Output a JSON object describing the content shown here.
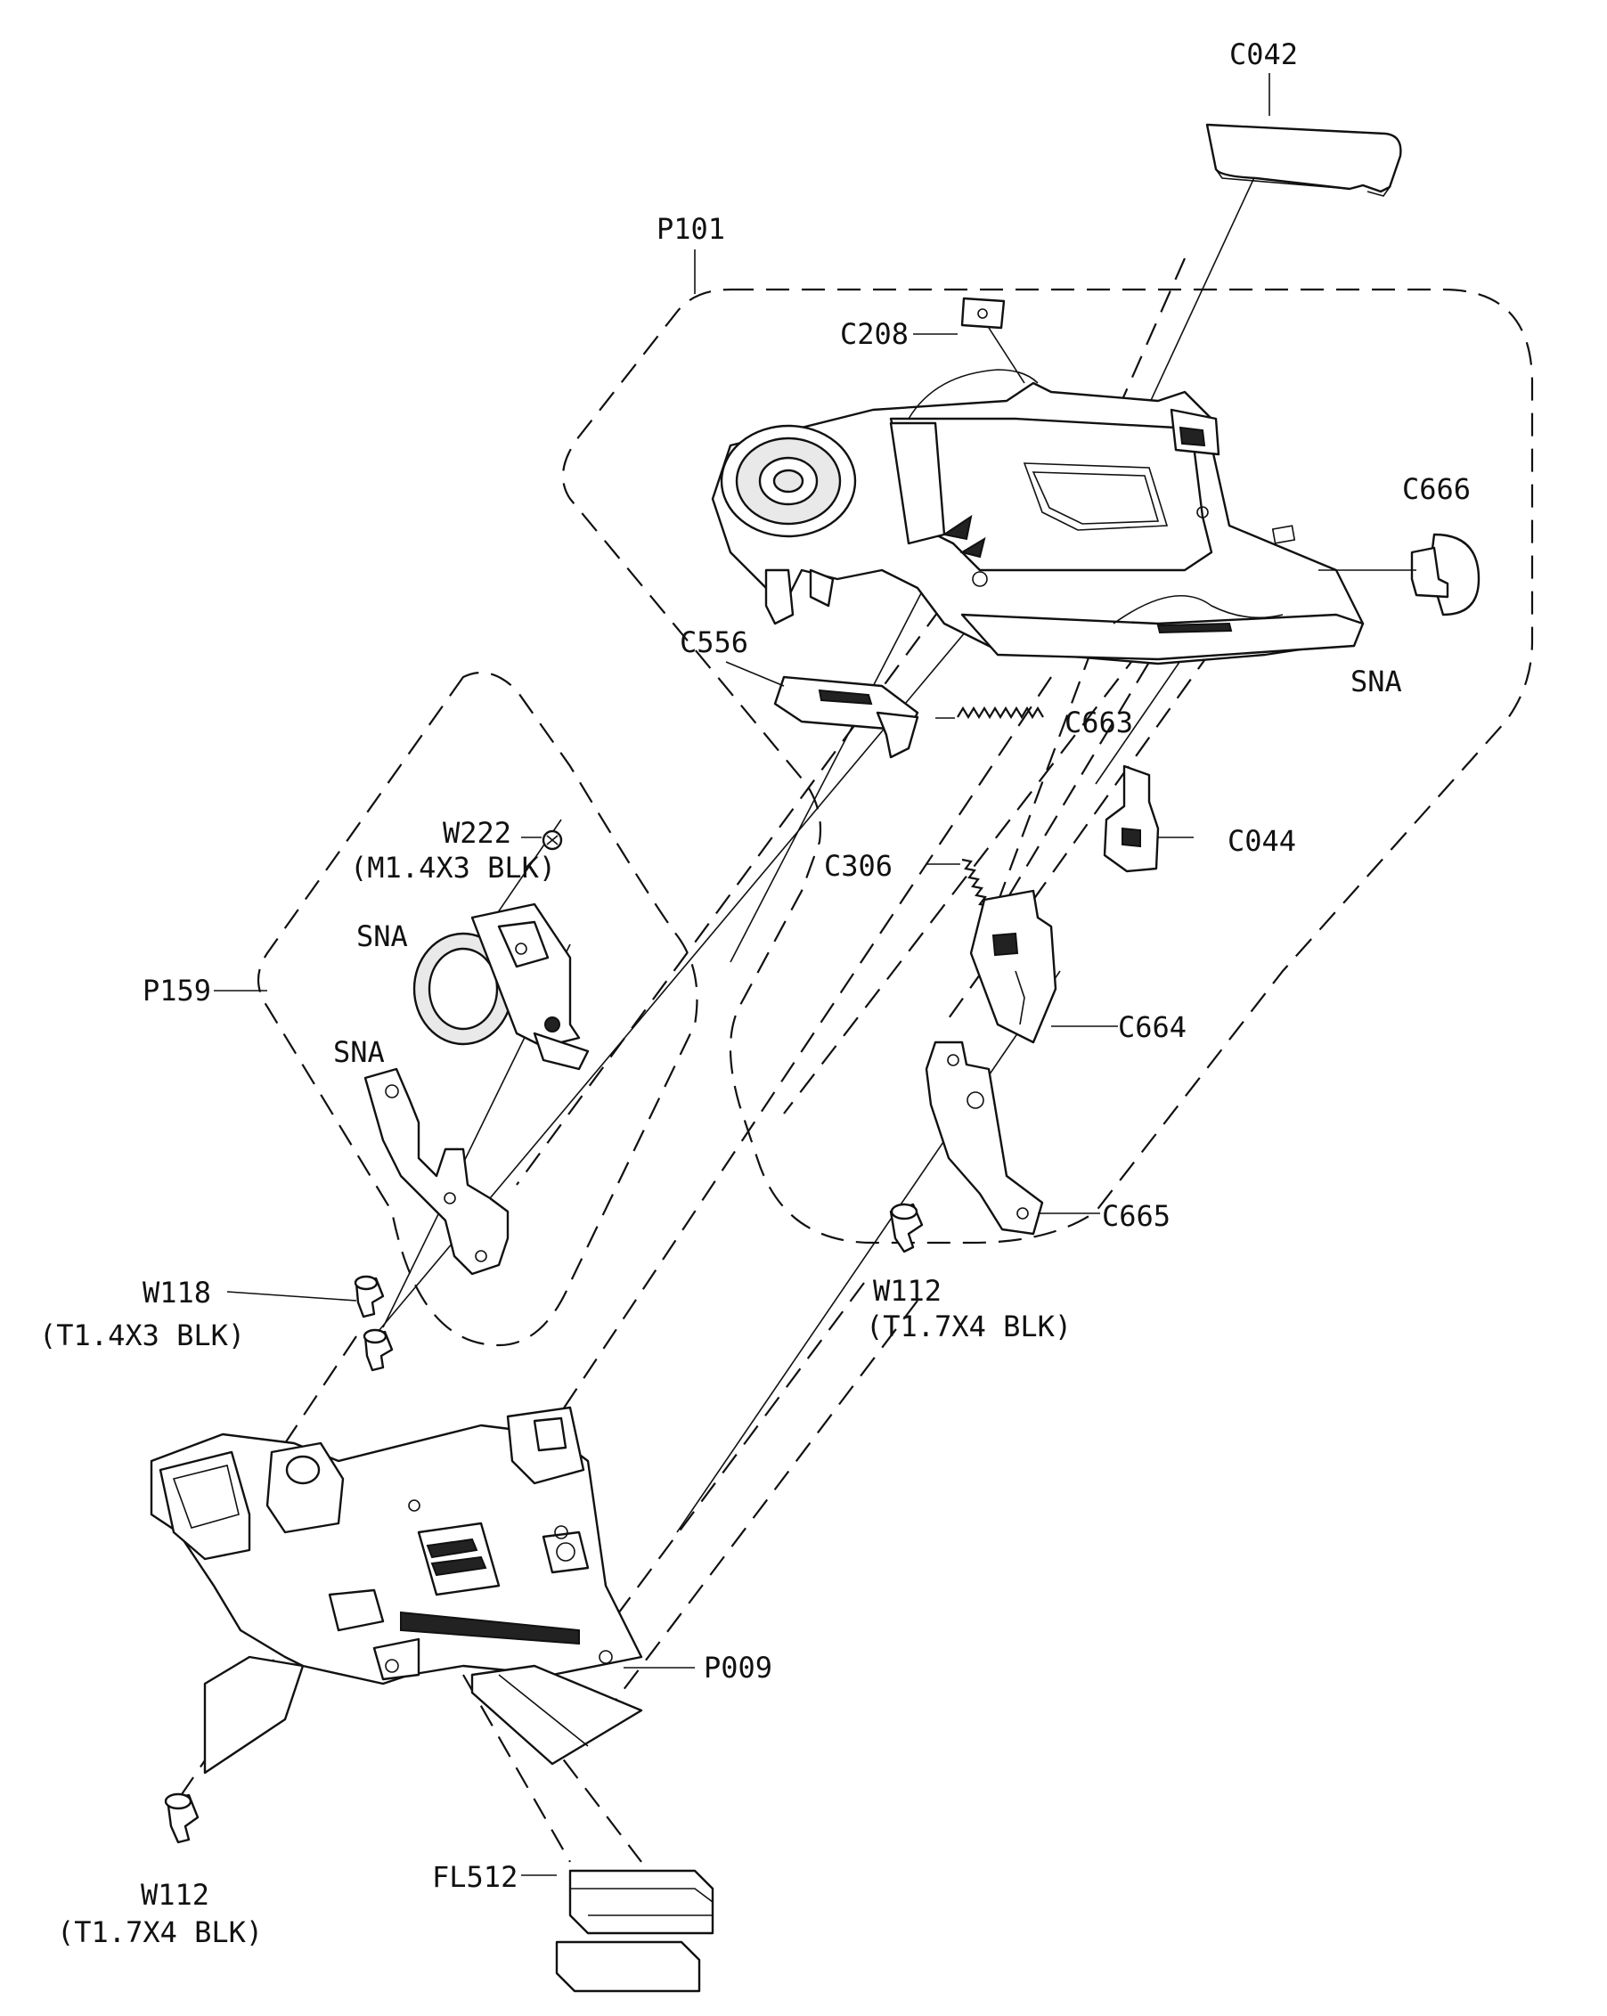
{
  "labels": {
    "c042": "C042",
    "p101": "P101",
    "c208": "C208",
    "c666": "C666",
    "c556": "C556",
    "sna_top": "SNA",
    "c663": "C663",
    "w222": "W222",
    "w222_spec": "(M1.4X3 BLK)",
    "c044": "C044",
    "c306": "C306",
    "sna_motor": "SNA",
    "p159": "P159",
    "c664": "C664",
    "sna_bracket": "SNA",
    "c665": "C665",
    "w112_right": "W112",
    "w112_right_spec": "(T1.7X4 BLK)",
    "w118": "W118",
    "w118_spec": "(T1.4X3 BLK)",
    "p009": "P009",
    "w112_bottom": "W112",
    "w112_bottom_spec": "(T1.7X4 BLK)",
    "fl512": "FL512"
  }
}
